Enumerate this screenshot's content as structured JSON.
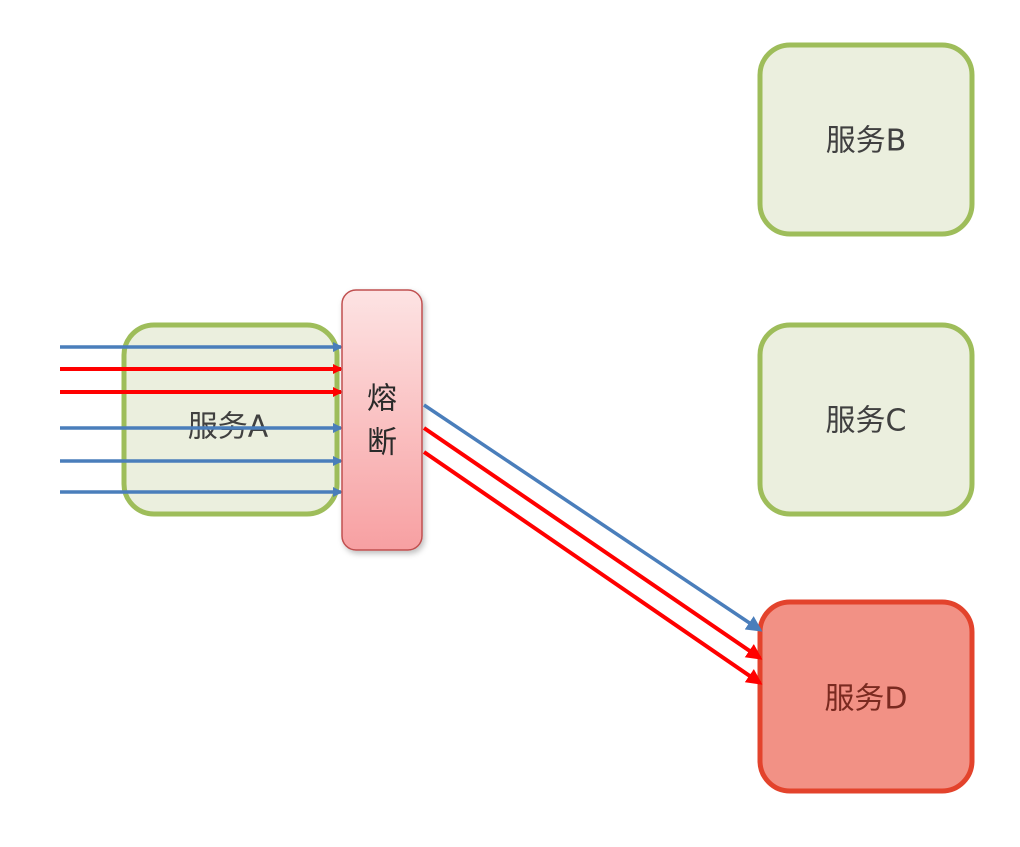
{
  "services": {
    "a": {
      "label": "服务A"
    },
    "b": {
      "label": "服务B"
    },
    "c": {
      "label": "服务C"
    },
    "d": {
      "label": "服务D",
      "state": "failed"
    }
  },
  "breaker": {
    "line1": "熔",
    "line2": "断"
  },
  "colors": {
    "healthy_fill": "#ebefde",
    "healthy_stroke": "#9ebd5a",
    "failed_fill": "#f29185",
    "failed_stroke": "#e3432c",
    "breaker_top": "#fde3e3",
    "breaker_bottom": "#f7a0a2",
    "breaker_stroke": "#c05050",
    "normal_request": "#4a7ebb",
    "failed_request": "#ff0000",
    "label_healthy": "#404040",
    "label_failed": "#7a2a20"
  },
  "incoming_requests": [
    "normal",
    "failed",
    "failed",
    "normal",
    "normal",
    "normal"
  ],
  "forwarded_requests": [
    "normal",
    "failed",
    "failed"
  ]
}
